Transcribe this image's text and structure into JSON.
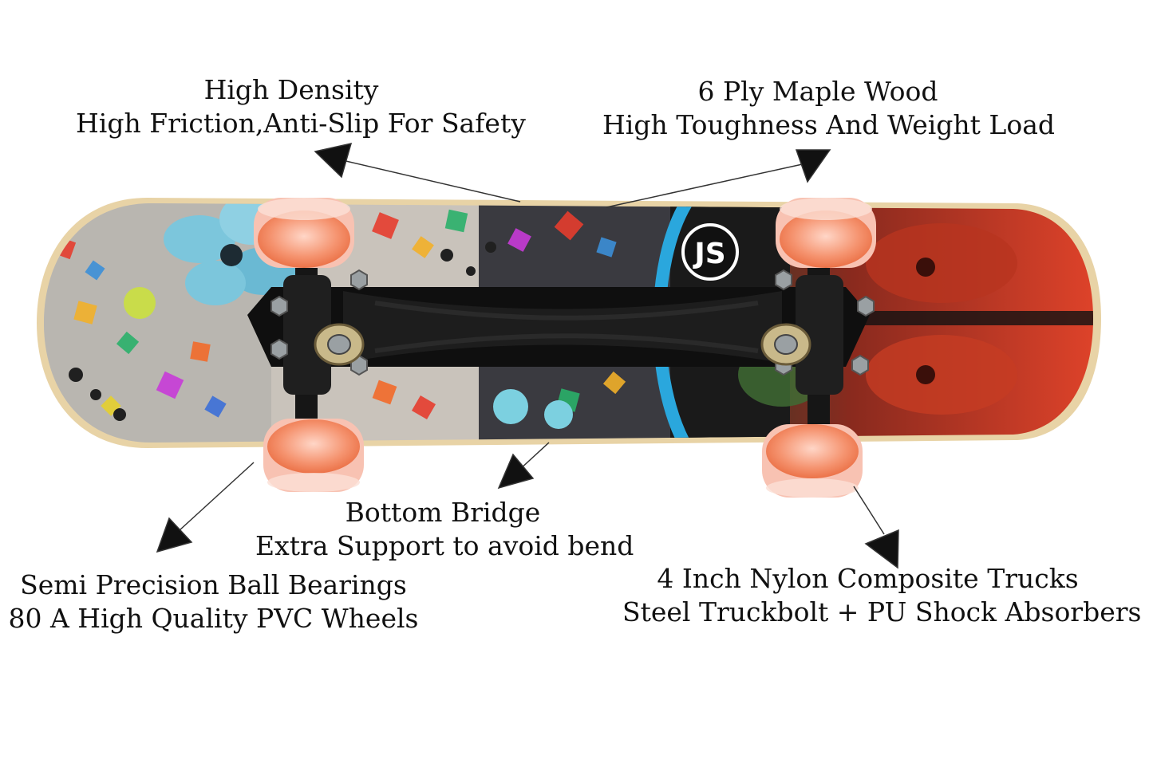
{
  "colors": {
    "background": "#ffffff",
    "deck_edge": "#e8d3a6",
    "truck": "#161616",
    "wheel": "#f27a4f",
    "wheel_light": "#f9b9a6",
    "stripe": "#2aa7dd",
    "arrow": "#111111"
  },
  "deck": {
    "logo_text": "JS"
  },
  "callouts": {
    "density": {
      "line1": "High Density",
      "line2": "High Friction,Anti-Slip For Safety"
    },
    "maple": {
      "line1": "6 Ply Maple Wood",
      "line2": "High Toughness And Weight Load"
    },
    "bridge": {
      "line1": "Bottom Bridge",
      "line2": "Extra Support to avoid bend"
    },
    "bearings": {
      "line1": "Semi Precision Ball Bearings",
      "line2": "80 A High Quality PVC Wheels"
    },
    "trucks": {
      "line1": "4 Inch Nylon Composite Trucks",
      "line2": "Steel Truckbolt + PU Shock Absorbers"
    }
  },
  "icons": {
    "arrow": "triangle-arrowhead-icon",
    "bolt": "hex-bolt-icon",
    "wheel": "wheel-icon"
  }
}
